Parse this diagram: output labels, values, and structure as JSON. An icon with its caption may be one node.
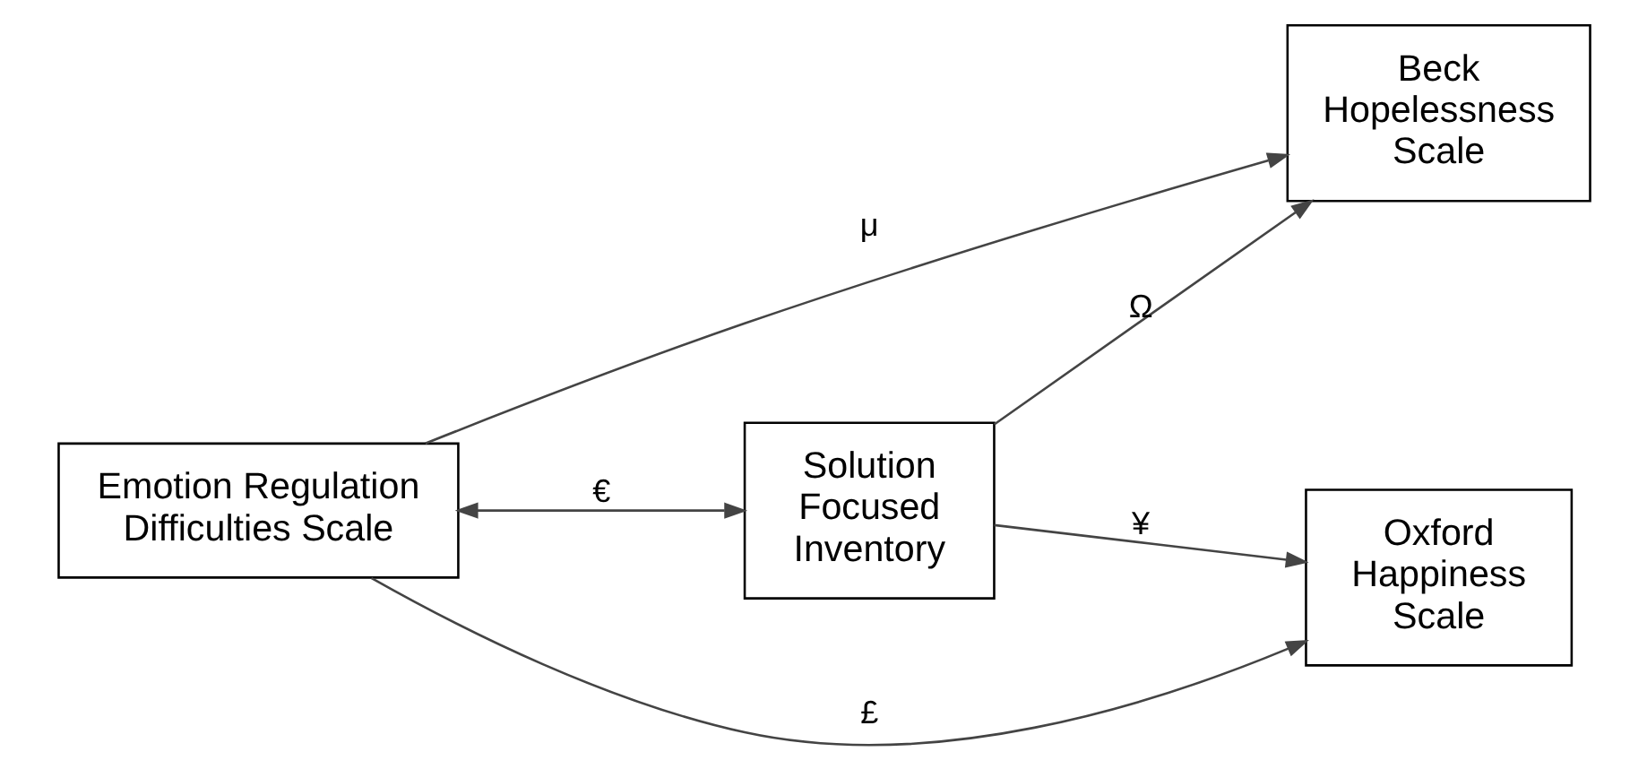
{
  "diagram": {
    "nodes": [
      {
        "text": [
          "Emotion Regulation Difficulties Scale"
        ]
      },
      {
        "text": [
          "Solution Focused Inventory"
        ]
      },
      {
        "text": [
          "Beck Hopelessness Scale"
        ]
      },
      {
        "text": [
          "Oxford Happiness Scale"
        ]
      }
    ],
    "edges": [
      {
        "from": 0,
        "to": 2,
        "arrow": "to",
        "label": "μ"
      },
      {
        "from": 0,
        "to": 1,
        "arrow": "both",
        "label": "€"
      },
      {
        "from": 1,
        "to": 2,
        "arrow": "to",
        "label": "Ω"
      },
      {
        "from": 1,
        "to": 3,
        "arrow": "to",
        "label": "¥"
      },
      {
        "from": 0,
        "to": 3,
        "arrow": "to",
        "label": "£"
      }
    ]
  }
}
